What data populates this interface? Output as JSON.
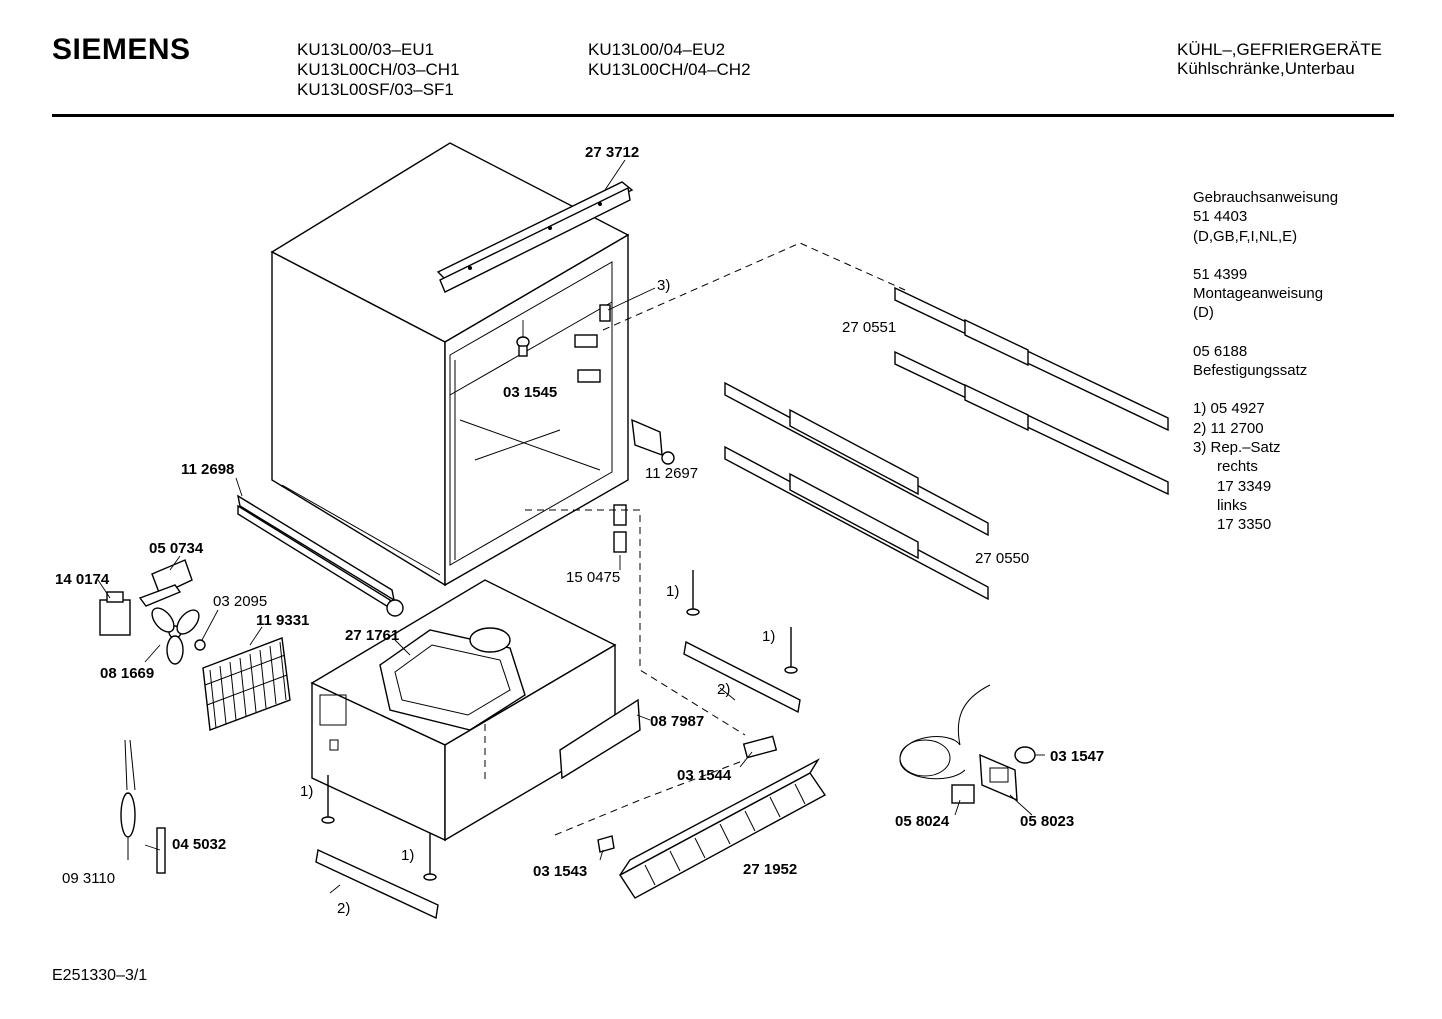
{
  "header": {
    "brand": "SIEMENS",
    "models_col1": [
      "KU13L00/03–EU1",
      "KU13L00CH/03–CH1",
      "KU13L00SF/03–SF1"
    ],
    "models_col2": [
      "KU13L00/04–EU2",
      "KU13L00CH/04–CH2"
    ],
    "category_line1": "KÜHL–,GEFRIERGERÄTE",
    "category_line2": "Kühlschränke,Unterbau"
  },
  "notes": {
    "manual_label": "Gebrauchsanweisung",
    "manual_number": "51 4403",
    "manual_langs": "(D,GB,F,I,NL,E)",
    "mounting_number": "51 4399",
    "mounting_label": "Montageanweisung",
    "mounting_lang": "(D)",
    "fixing_number": "05 6188",
    "fixing_label": "Befestigungssatz",
    "ref1": "1)  05 4927",
    "ref2": "2)  11 2700",
    "ref3": "3)  Rep.–Satz",
    "ref3_right": "rechts",
    "ref3_right_no": "17 3349",
    "ref3_left": "links",
    "ref3_left_no": "17 3350"
  },
  "parts": {
    "p273712": "27 3712",
    "p3_top": "3)",
    "p270551": "27 0551",
    "p031545": "03 1545",
    "p112697": "11 2697",
    "p270550": "27 0550",
    "p112698": "11 2698",
    "p050734": "05 0734",
    "p140174": "14 0174",
    "p032095": "03 2095",
    "p119331": "11 9331",
    "p081669": "08 1669",
    "p271761": "27 1761",
    "p150475": "15 0475",
    "p1_a": "1)",
    "p1_b": "1)",
    "p2_a": "2)",
    "p087987": "08 7987",
    "p031544": "03 1544",
    "p031547": "03 1547",
    "p058024": "05 8024",
    "p058023": "05 8023",
    "p1_c": "1)",
    "p1_d": "1)",
    "p2_b": "2)",
    "p045032": "04 5032",
    "p093110": "09 3110",
    "p031543": "03 1543",
    "p271952": "27 1952"
  },
  "footer": {
    "doc_id": "E251330–3/1"
  }
}
